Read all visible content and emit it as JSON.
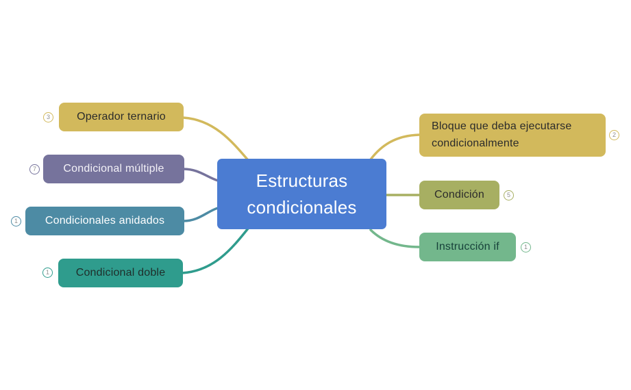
{
  "center": {
    "label": "Estructuras condicionales",
    "color": "#4b7cd2",
    "text_color": "#ffffff"
  },
  "branches": {
    "left": [
      {
        "label": "Operador ternario",
        "badge": "3",
        "color": "#d2b95c",
        "text_color": "#2b2b2b"
      },
      {
        "label": "Condicional múltiple",
        "badge": "7",
        "color": "#76739c",
        "text_color": "#f4f2f8"
      },
      {
        "label": "Condicionales anidados",
        "badge": "1",
        "color": "#4d8ba4",
        "text_color": "#ffffff"
      },
      {
        "label": "Condicional doble",
        "badge": "1",
        "color": "#2f9c8d",
        "text_color": "#1f2d2a"
      }
    ],
    "right": [
      {
        "label": "Bloque que deba ejecutarse condicionalmente",
        "badge": "2",
        "color": "#d2b95c",
        "text_color": "#2b2b2b"
      },
      {
        "label": "Condición",
        "badge": "5",
        "color": "#a7af62",
        "text_color": "#2b2b2b"
      },
      {
        "label": "Instrucción if",
        "badge": "1",
        "color": "#73b78c",
        "text_color": "#17423a"
      }
    ]
  },
  "badge_text_color": "#8f8f8f",
  "canvas_background": "#ffffff"
}
